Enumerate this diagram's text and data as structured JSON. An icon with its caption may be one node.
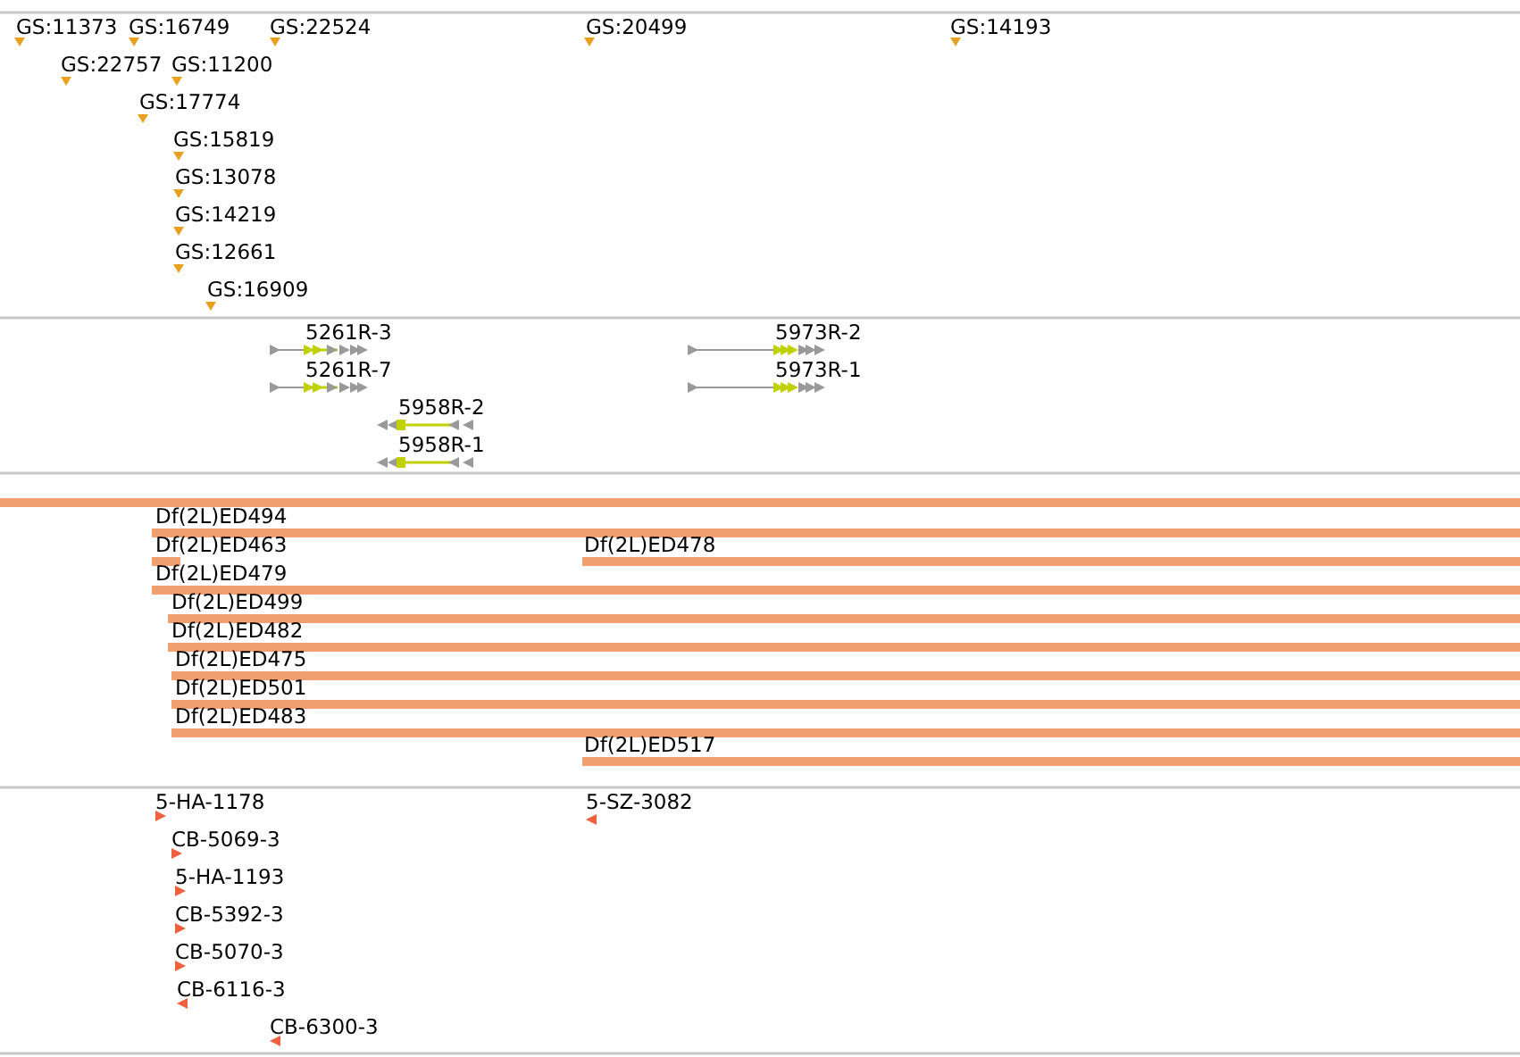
{
  "diagram": {
    "labels": [
      "GS:11373",
      "GS:16749",
      "GS:22524",
      "GS:20499",
      "GS:14193",
      "GS:22757",
      "GS:11200",
      "GS:17774",
      "GS:15819",
      "GS:13078",
      "GS:14219",
      "GS:12661",
      "GS:16909",
      "5261R-3",
      "5973R-2",
      "5261R-7",
      "5973R-1",
      "5958R-2",
      "5958R-1",
      "Df(2L)ED494",
      "Df(2L)ED463",
      "Df(2L)ED478",
      "Df(2L)ED479",
      "Df(2L)ED499",
      "Df(2L)ED482",
      "Df(2L)ED475",
      "Df(2L)ED501",
      "Df(2L)ED483",
      "Df(2L)ED517",
      "5-HA-1178",
      "5-SZ-3082",
      "CB-5069-3",
      "5-HA-1193",
      "CB-5392-3",
      "CB-5070-3",
      "CB-6116-3",
      "CB-6300-3"
    ]
  }
}
